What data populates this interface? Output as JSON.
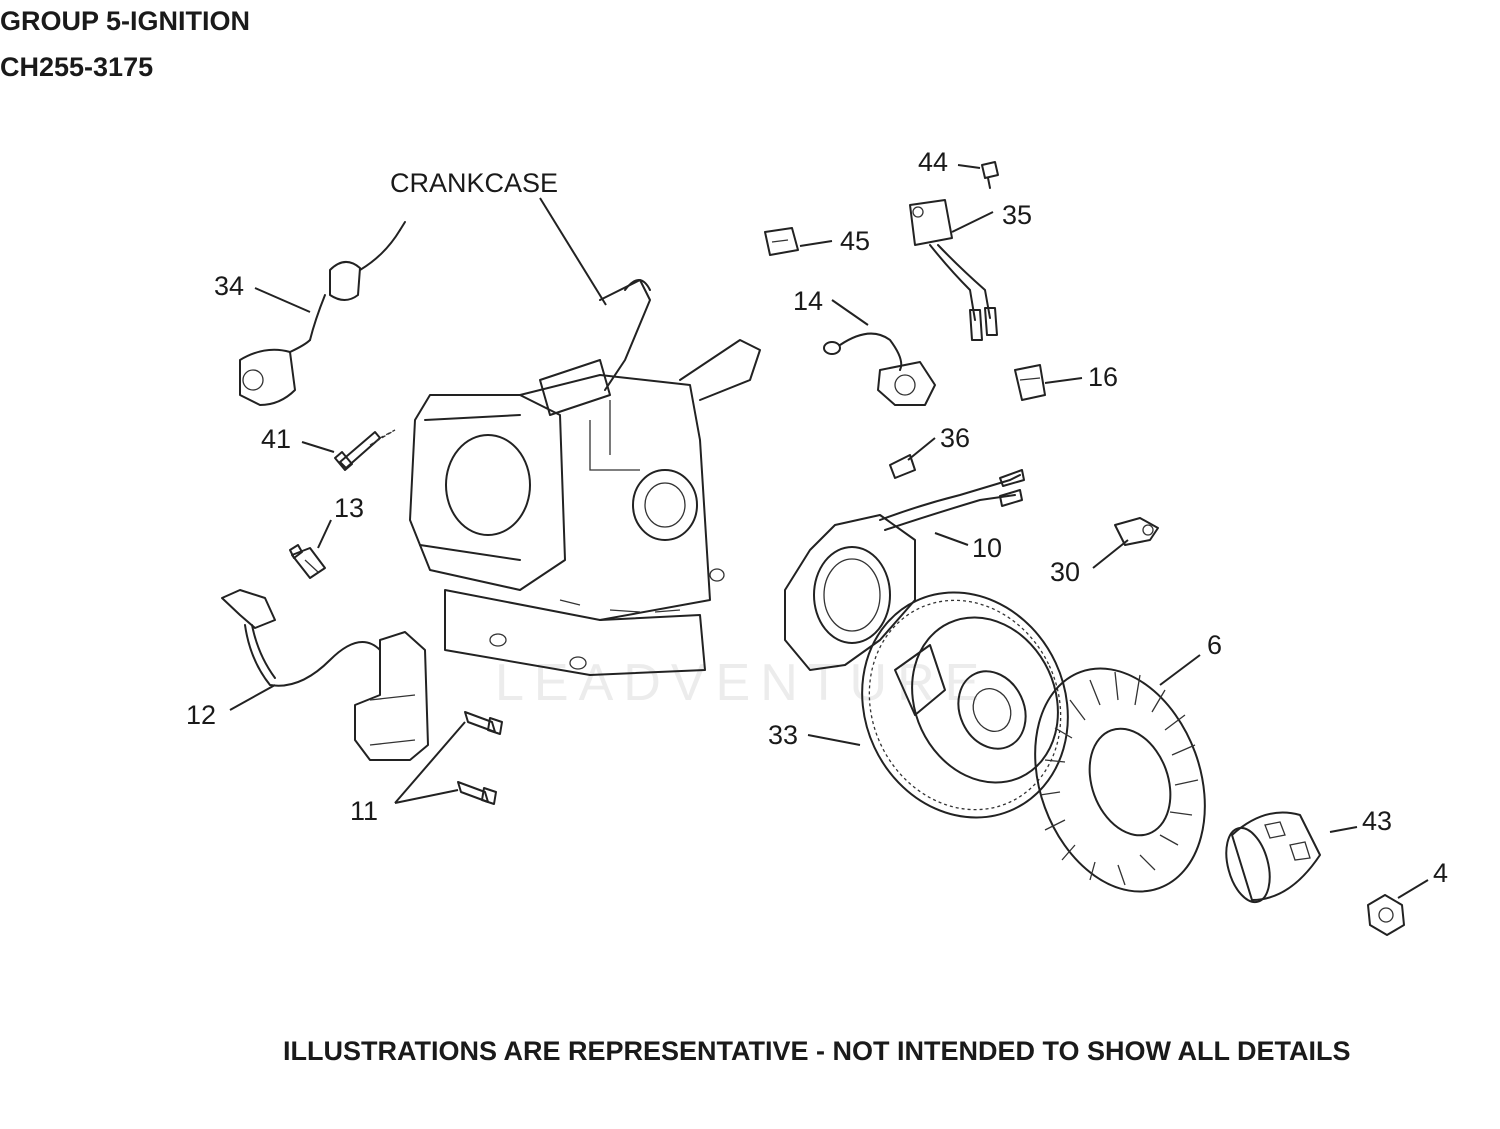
{
  "header": {
    "group_title": "GROUP 5-IGNITION",
    "model_number": "CH255-3175"
  },
  "footer": {
    "disclaimer": "ILLUSTRATIONS ARE REPRESENTATIVE - NOT INTENDED TO SHOW ALL DETAILS"
  },
  "watermark": "LEADVENTURE",
  "callouts": {
    "crankcase": "CRANKCASE",
    "p44": "44",
    "p35": "35",
    "p45": "45",
    "p34": "34",
    "p14": "14",
    "p16": "16",
    "p41": "41",
    "p36": "36",
    "p13": "13",
    "p10": "10",
    "p30": "30",
    "p6": "6",
    "p12": "12",
    "p33": "33",
    "p43": "43",
    "p11": "11",
    "p4": "4"
  },
  "colors": {
    "line": "#222222",
    "background": "#ffffff",
    "watermark": "#ececec"
  }
}
